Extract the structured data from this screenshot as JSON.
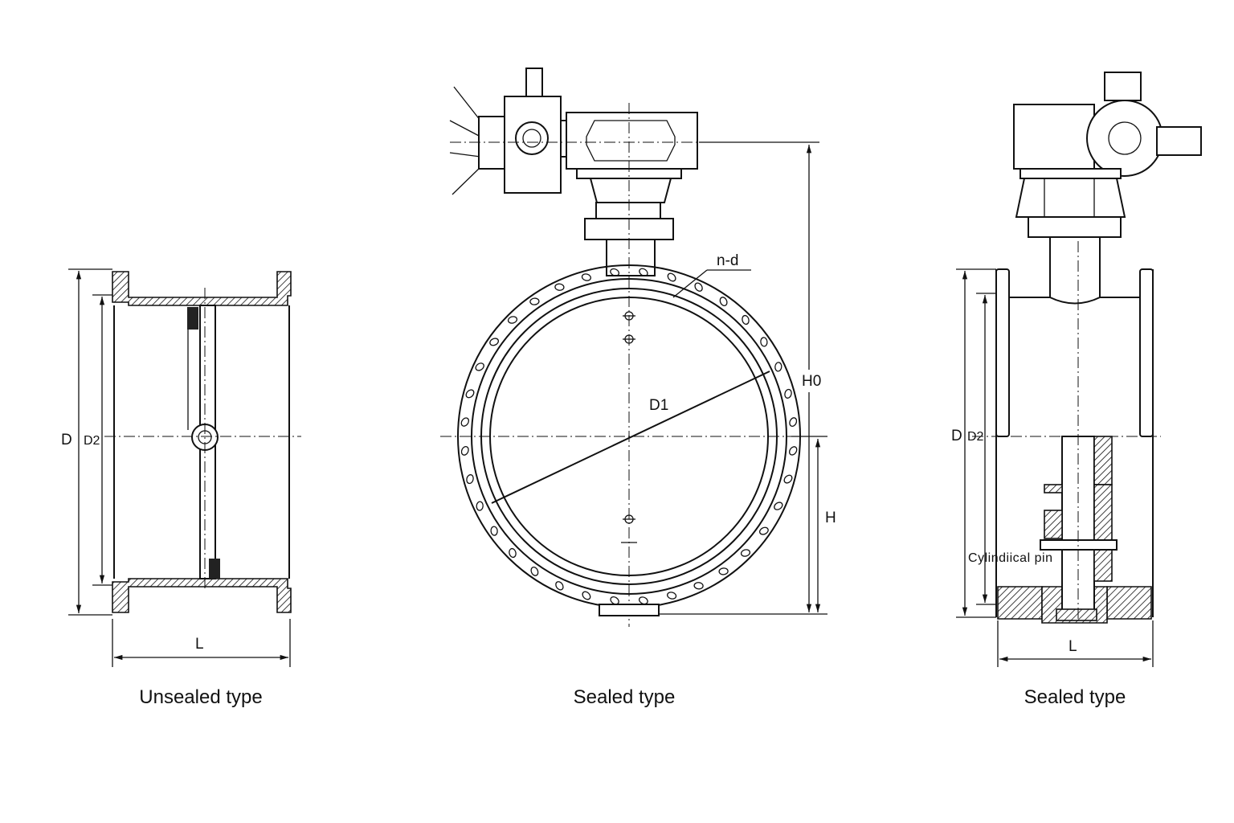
{
  "views": [
    {
      "caption": "Unsealed type",
      "dims": {
        "D": "D",
        "D2": "D2",
        "L": "L"
      }
    },
    {
      "caption": "Sealed type",
      "dims": {
        "D1": "D1",
        "nd": "n-d",
        "H0": "H0",
        "H": "H"
      },
      "bolt_holes": 36
    },
    {
      "caption": "Sealed type",
      "dims": {
        "D": "D",
        "D2": "D2",
        "L": "L"
      },
      "callout": "Cylindiical pin"
    }
  ]
}
